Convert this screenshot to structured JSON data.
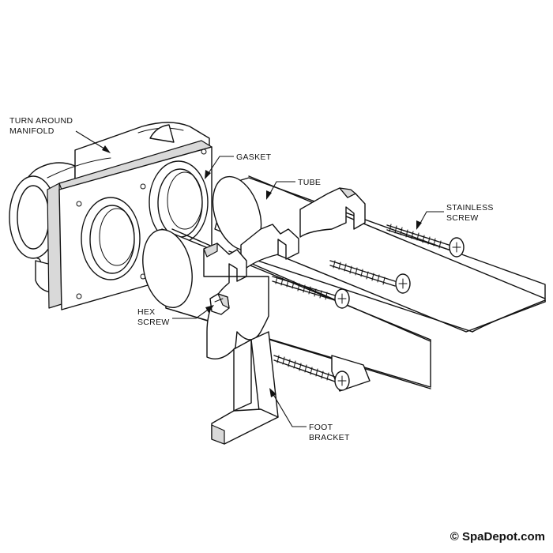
{
  "labels": {
    "manifold_line1": "TURN AROUND",
    "manifold_line2": "MANIFOLD",
    "gasket": "GASKET",
    "tube": "TUBE",
    "stainless_line1": "STAINLESS",
    "stainless_line2": "SCREW",
    "hex_line1": "HEX",
    "hex_line2": "SCREW",
    "foot_line1": "FOOT",
    "foot_line2": "BRACKET"
  },
  "watermark": "© SpaDepot.com"
}
